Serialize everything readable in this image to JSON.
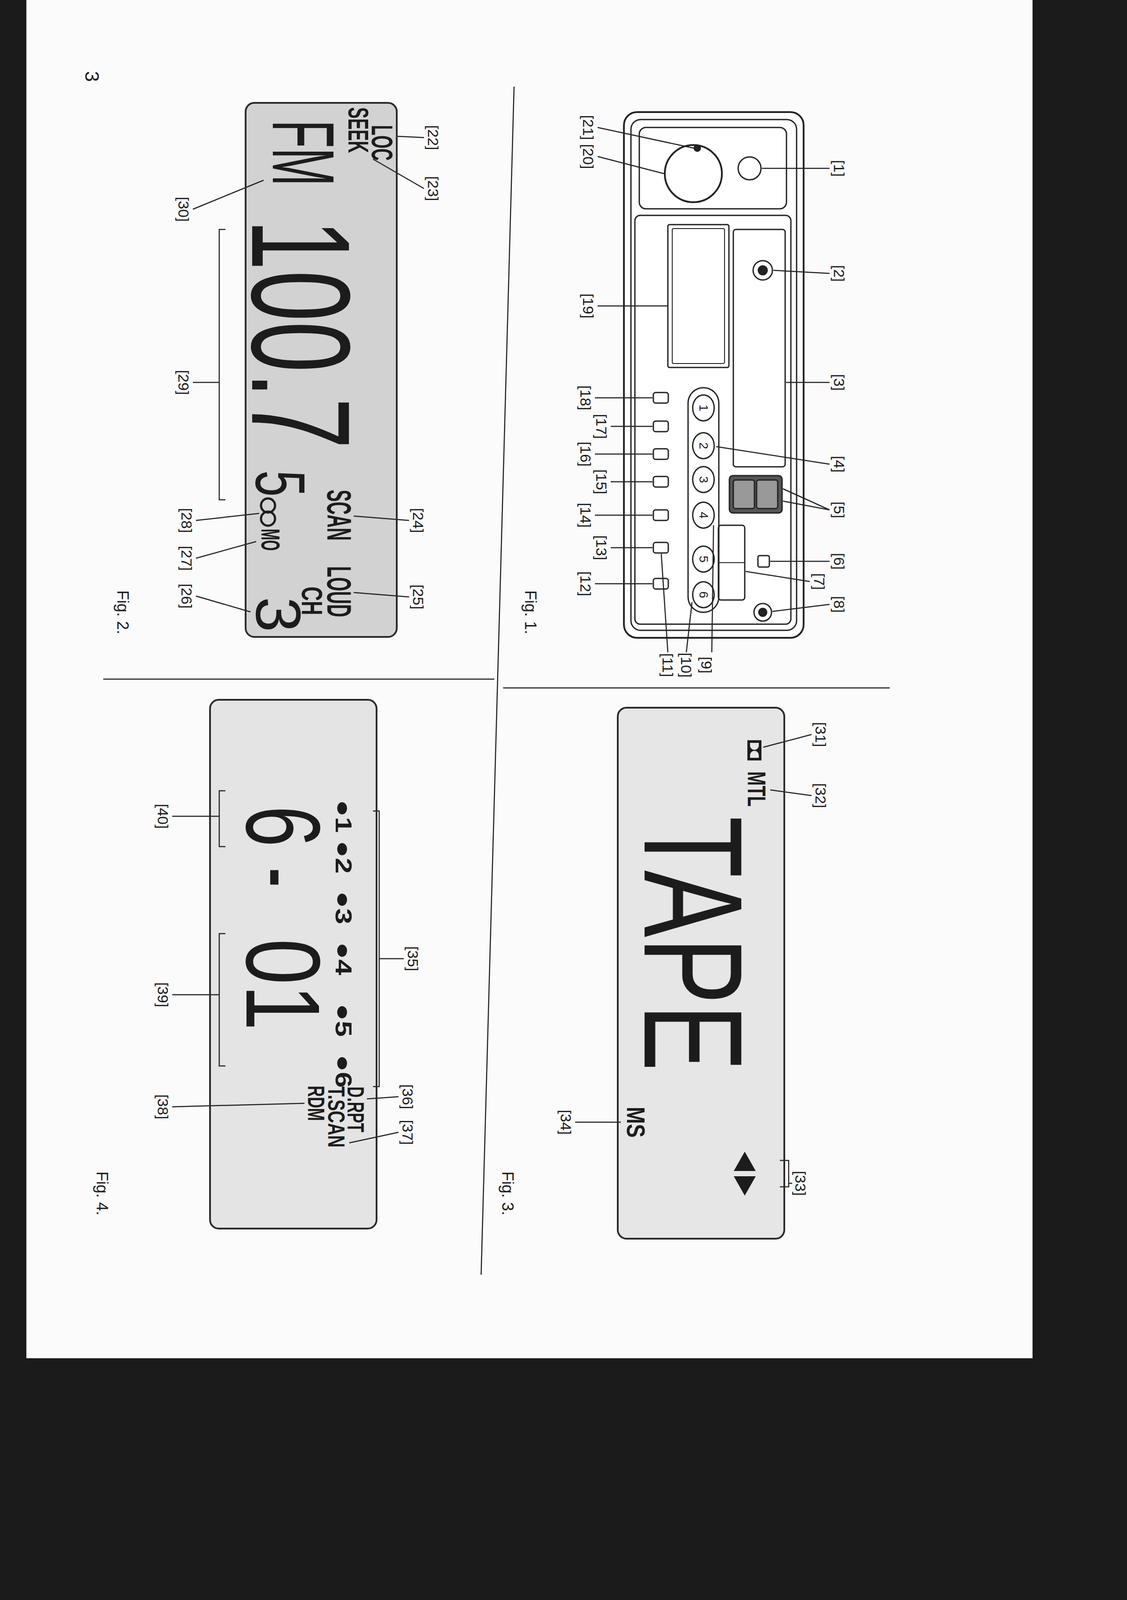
{
  "diagram": {
    "nodes": [
      {
        "text": [
          "1"
        ]
      },
      {
        "text": [
          "2"
        ]
      },
      {
        "text": [
          "3"
        ]
      },
      {
        "text": [
          "4"
        ]
      },
      {
        "text": [
          "5"
        ]
      },
      {
        "text": [
          "6"
        ]
      },
      {
        "text": [
          "LOC",
          "SEEK",
          "FM",
          "100.7",
          "5",
          "SCAN",
          "LOUD",
          "CH",
          "MO",
          "3"
        ]
      },
      {
        "text": [
          "MTL",
          "TAPE",
          "MS"
        ]
      },
      {
        "text": [
          "●1",
          "●2",
          "●3",
          "●4",
          "●5",
          "●6",
          "6",
          "-",
          "01",
          "D.RPT",
          "T.SCAN",
          "RDM"
        ]
      }
    ],
    "labels": [
      "3",
      "[1]",
      "[2]",
      "[3]",
      "[4]",
      "[5]",
      "[6]",
      "[7]",
      "[8]",
      "[21]",
      "[20]",
      "[19]",
      "[18]",
      "[17]",
      "[16]",
      "[15]",
      "[14]",
      "[13]",
      "[12]",
      "[9]",
      "[10]",
      "[11]",
      "Fig. 1.",
      "[31]",
      "[32]",
      "[33]",
      "[34]",
      "Fig. 3.",
      "[22]",
      "[23]",
      "[24]",
      "[25]",
      "[30]",
      "[29]",
      "[28]",
      "[27]",
      "[26]",
      "Fig. 2.",
      "[35]",
      "[36]",
      "[37]",
      "[38]",
      "[39]",
      "[40]",
      "Fig. 4."
    ]
  }
}
